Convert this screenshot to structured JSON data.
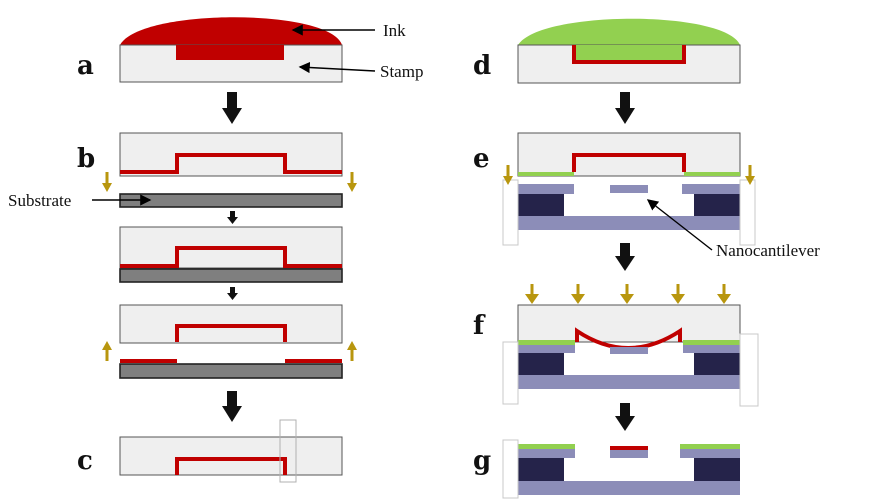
{
  "panels": {
    "a": "a",
    "b": "b",
    "c": "c",
    "d": "d",
    "e": "e",
    "f": "f",
    "g": "g"
  },
  "labels": {
    "ink": "Ink",
    "stamp": "Stamp",
    "substrate": "Substrate",
    "nanocantilever": "Nanocantilever"
  },
  "colors": {
    "ink_left": "#c00000",
    "ink_right": "#92d050",
    "stamp": "#efefef",
    "substrate": "#7f7f7f",
    "device_pillar": "#25234a",
    "device_base": "#8c8db8",
    "pressure_arrow": "#b8960e"
  }
}
